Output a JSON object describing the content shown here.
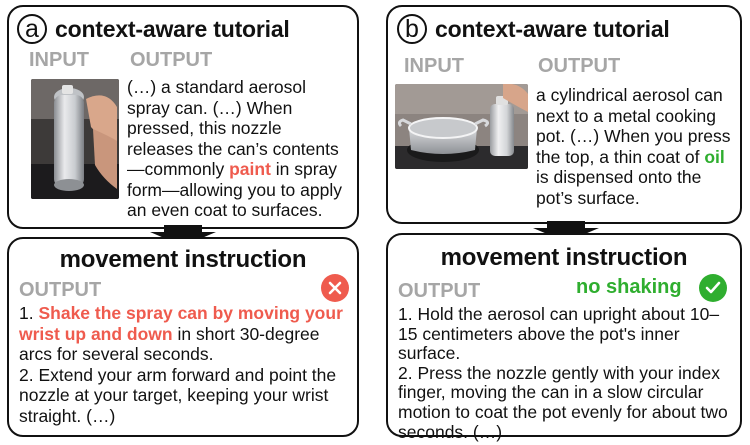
{
  "panel_a": {
    "letter": "a",
    "title": "context-aware tutorial",
    "input_label": "INPUT",
    "output_label": "OUTPUT",
    "tutorial": {
      "pre": "(…) a standard aerosol spray can. (…) When pressed, this nozzle releases the can’s contents—commonly ",
      "highlight": "paint",
      "post": " in spray form—allowing you to apply an even coat to surfaces."
    },
    "movement_title": "movement instruction",
    "movement_output_label": "OUTPUT",
    "movement": {
      "pre": "1. ",
      "highlight": "Shake the spray can by moving your wrist up and down",
      "post": " in short 30-degree arcs for several seconds.",
      "line2": "2. Extend your arm forward and point the nozzle at your target, keeping your wrist straight. (…)"
    },
    "status_icon": "x-circle-icon"
  },
  "panel_b": {
    "letter": "b",
    "title": "context-aware tutorial",
    "input_label": "INPUT",
    "output_label": "OUTPUT",
    "tutorial": {
      "pre": "a cylindrical aerosol can next to a metal cooking pot. (…) When you press the top, a thin coat of ",
      "highlight": "oil",
      "post": " is dispensed onto the pot’s surface."
    },
    "movement_title": "movement instruction",
    "movement_output_label": "OUTPUT",
    "status_label": "no shaking",
    "movement": {
      "line1": "1. Hold the aerosol can upright about 10–15 centimeters above the pot's inner surface.",
      "line2": "2. Press the nozzle gently with your index finger, moving the can in a slow circular motion to coat the pot evenly for about two seconds. (…)"
    },
    "status_icon": "check-circle-icon"
  },
  "colors": {
    "red": "#ef5b4e",
    "green": "#2fae2f",
    "label_gray": "#a6a6a6"
  }
}
